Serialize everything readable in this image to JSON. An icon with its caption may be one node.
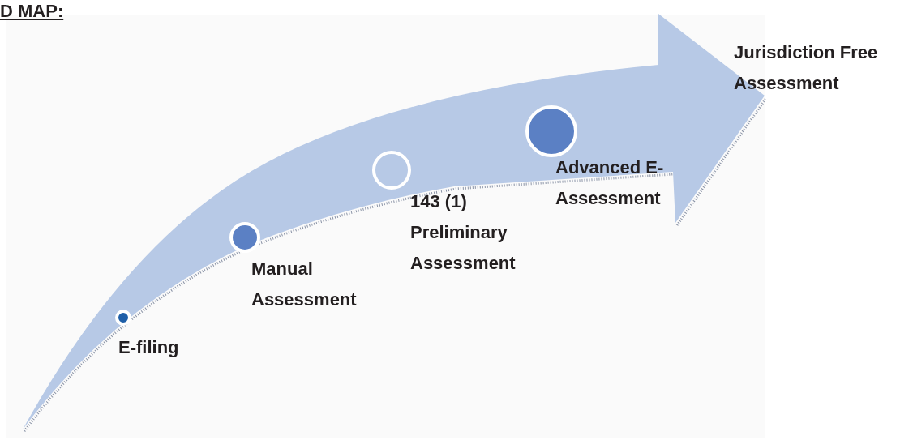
{
  "diagram": {
    "title": "D MAP:",
    "nodes": [
      {
        "text": [],
        "shape": "circle",
        "beside": [
          "E-filing"
        ]
      },
      {
        "text": [],
        "shape": "circle",
        "beside": [
          "Manual Assessment"
        ]
      },
      {
        "text": [],
        "shape": "circle",
        "beside": [
          "143 (1) Preliminary Assessment"
        ]
      },
      {
        "text": [],
        "shape": "circle",
        "beside": [
          "Advanced E-Assessment"
        ]
      }
    ],
    "labels": [
      "Jurisdiction Free Assessment"
    ]
  }
}
